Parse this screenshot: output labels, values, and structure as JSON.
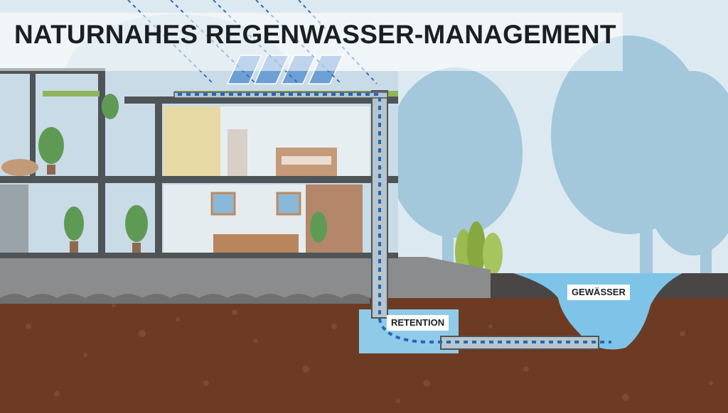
{
  "header": {
    "title": "NATURNAHES REGENWASSER-MANAGEMENT"
  },
  "labels": {
    "retention": "RETENTION",
    "water_body": "GEWÄSSER"
  },
  "colors": {
    "sky": "#dbe9f1",
    "soil": "#6b3a22",
    "ground_gray": "#8a8b8c",
    "house_frame": "#4f5457",
    "tree": "#9fc3d6",
    "water": "#7fc3e6",
    "pipe": "#b9c7cf",
    "flow_dots": "#2467b8",
    "title_text": "#1c1f22"
  }
}
